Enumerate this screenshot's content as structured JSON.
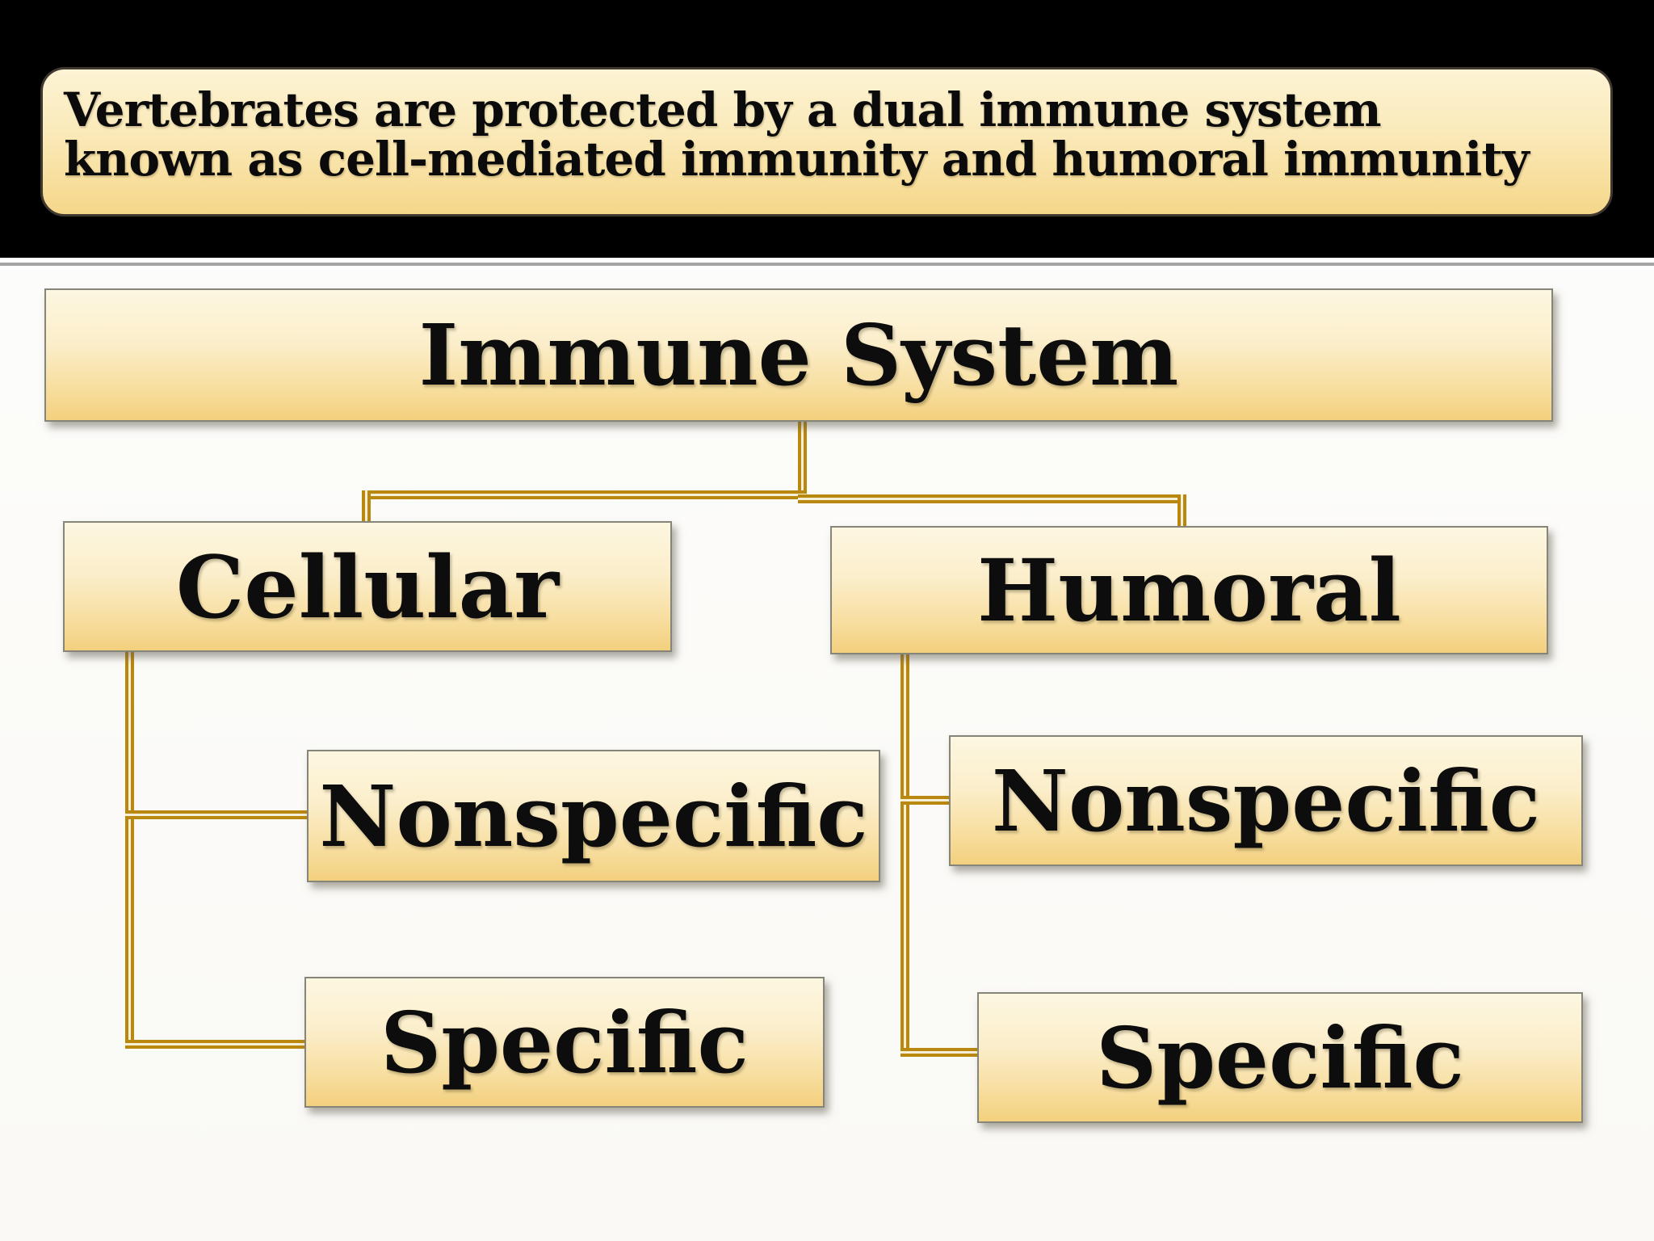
{
  "banner": {
    "line1": "Vertebrates are protected by a dual immune system",
    "line2": "known as cell-mediated immunity and humoral immunity"
  },
  "diagram": {
    "root": {
      "label": "Immune System"
    },
    "branches": [
      {
        "label": "Cellular",
        "children": [
          {
            "label": "Nonspecific"
          },
          {
            "label": "Specific"
          }
        ]
      },
      {
        "label": "Humoral",
        "children": [
          {
            "label": "Nonspecific"
          },
          {
            "label": "Specific"
          }
        ]
      }
    ]
  },
  "colors": {
    "band_background": "#000000",
    "box_gradient_top": "#fdf7e1",
    "box_gradient_bottom": "#f3d07e",
    "box_border": "#85857a",
    "connector_gold": "#b9880e",
    "connector_highlight": "#f6efd8",
    "text": "#0d0d0d"
  }
}
